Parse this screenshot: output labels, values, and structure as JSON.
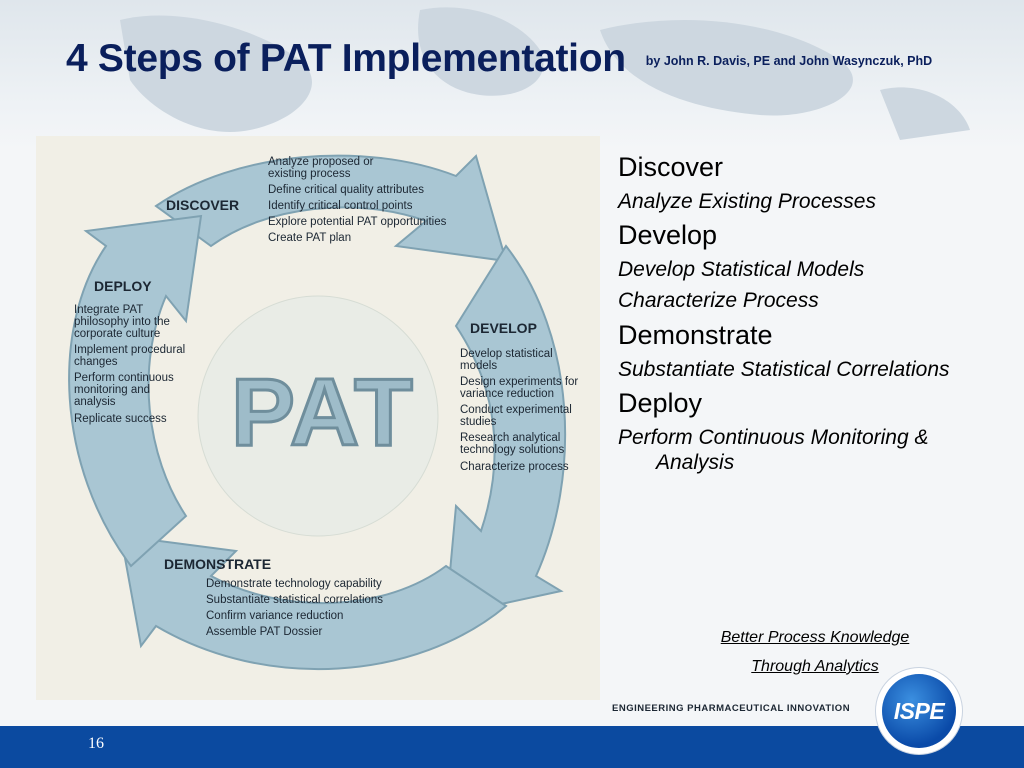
{
  "slide": {
    "title": "4 Steps of PAT Implementation",
    "byline": "by John R. Davis, PE and John Wasynczuk, PhD",
    "page_number": "16"
  },
  "diagram": {
    "center_label": "PAT",
    "discover": {
      "heading": "DISCOVER",
      "items": [
        "Analyze proposed or existing process",
        "Define critical quality attributes",
        "Identify critical control points",
        "Explore potential PAT opportunities",
        "Create PAT plan"
      ]
    },
    "develop": {
      "heading": "DEVELOP",
      "items": [
        "Develop statistical models",
        "Design experiments for variance reduction",
        "Conduct experimental studies",
        "Research analytical technology solutions",
        "Characterize process"
      ]
    },
    "demonstrate": {
      "heading": "DEMONSTRATE",
      "items": [
        "Demonstrate technology capability",
        "Substantiate statistical correlations",
        "Confirm variance reduction",
        "Assemble PAT Dossier"
      ]
    },
    "deploy": {
      "heading": "DEPLOY",
      "items": [
        "Integrate PAT philosophy into the corporate culture",
        "Implement procedural changes",
        "Perform continuous monitoring and analysis",
        "Replicate success"
      ]
    },
    "colors": {
      "arrow_fill": "#a9c6d3",
      "arrow_edge": "#7fa2b2"
    }
  },
  "summary": {
    "steps": [
      {
        "name": "Discover",
        "subs": [
          "Analyze Existing Processes"
        ]
      },
      {
        "name": "Develop",
        "subs": [
          "Develop Statistical Models",
          "Characterize Process"
        ]
      },
      {
        "name": "Demonstrate",
        "subs": [
          "Substantiate Statistical Correlations"
        ]
      },
      {
        "name": "Deploy",
        "subs": [
          "Perform Continuous Monitoring & Analysis"
        ]
      }
    ],
    "callout_line1": "Better Process Knowledge",
    "callout_line2": "Through Analytics"
  },
  "branding": {
    "tagline": "ENGINEERING PHARMACEUTICAL INNOVATION",
    "logo_text": "ISPE",
    "footer_color": "#0b4aa0"
  }
}
